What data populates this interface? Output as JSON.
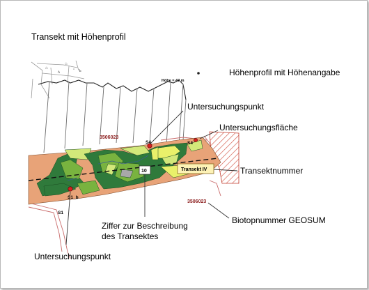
{
  "title": "Transekt mit Höhenprofil",
  "labels": {
    "hoehenprofil": "Höhenprofil mit Höhenangabe",
    "untersuchungspunkt_top": "Untersuchungspunkt",
    "untersuchungsflaeche": "Untersuchungsfläche",
    "transektnummer": "Transektnummer",
    "biotopnummer": "Biotopnummer GEOSUM",
    "ziffer_line1": "Ziffer zur Beschreibung",
    "ziffer_line2": "des Transektes",
    "untersuchungspunkt_bottom": "Untersuchungspunkt"
  },
  "map_text": {
    "hoehe": "Höhe = 47 m",
    "transekt_box": "Transekt IV",
    "ziffer_box": "10",
    "biotop_top": "3506023",
    "biotop_bottom": "3506023",
    "point_s4a": "S4",
    "point_s4b": "S4",
    "point_s1b": "S1_b",
    "point_s1": "S1"
  },
  "colors": {
    "orange": "#e8a378",
    "dark_green": "#2f7a3b",
    "mid_green": "#79b33f",
    "light_green": "#d3e87a",
    "yellow_green": "#e9f06a",
    "biotop_red": "#8b1c1c",
    "hatch_red": "#c0392b"
  }
}
